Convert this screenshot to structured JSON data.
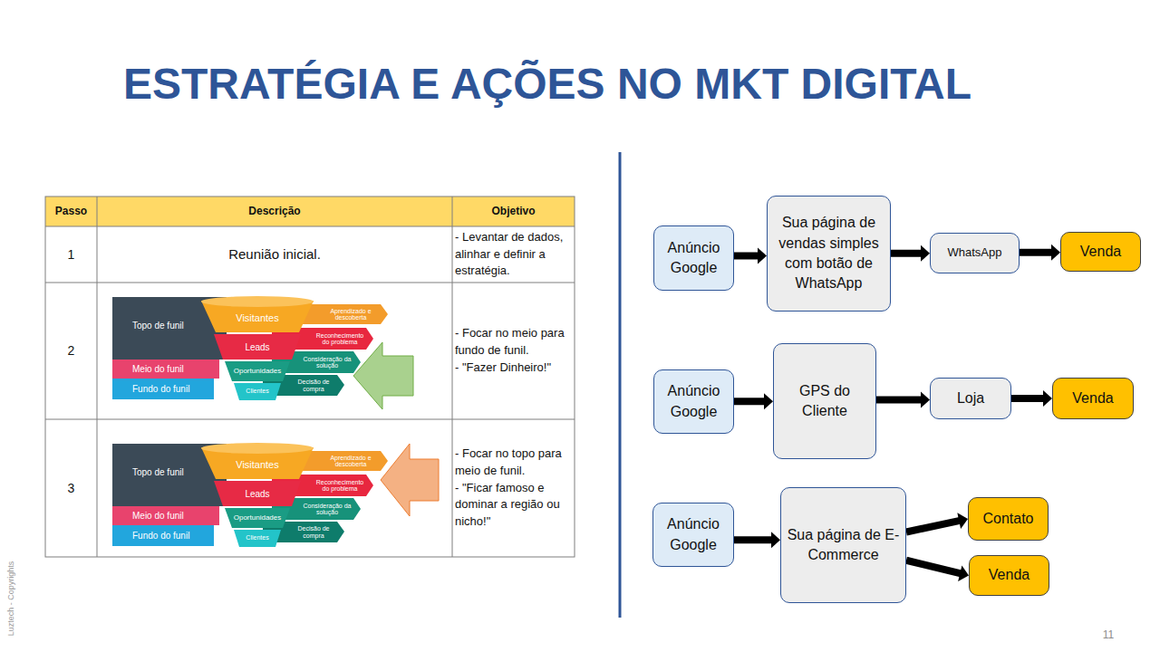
{
  "diagram": {
    "title": "ESTRATÉGIA E AÇÕES NO MKT DIGITAL",
    "nodes": [
      {
        "text": [
          "Anúncio Google"
        ]
      },
      {
        "text": [
          "Sua página de vendas simples com botão de WhatsApp"
        ]
      },
      {
        "text": [
          "WhatsApp"
        ]
      },
      {
        "text": [
          "Venda"
        ]
      },
      {
        "text": [
          "Anúncio Google"
        ]
      },
      {
        "text": [
          "GPS do Cliente"
        ]
      },
      {
        "text": [
          "Loja"
        ]
      },
      {
        "text": [
          "Venda"
        ]
      },
      {
        "text": [
          "Anúncio Google"
        ]
      },
      {
        "text": [
          "Sua página de E-Commerce"
        ]
      },
      {
        "text": [
          "Contato"
        ]
      },
      {
        "text": [
          "Venda"
        ]
      }
    ],
    "edges": [
      {
        "from": 0,
        "to": 1,
        "arrow": "to"
      },
      {
        "from": 1,
        "to": 2,
        "arrow": "to"
      },
      {
        "from": 2,
        "to": 3,
        "arrow": "to"
      },
      {
        "from": 4,
        "to": 5,
        "arrow": "to"
      },
      {
        "from": 5,
        "to": 6,
        "arrow": "to"
      },
      {
        "from": 6,
        "to": 7,
        "arrow": "to"
      },
      {
        "from": 8,
        "to": 9,
        "arrow": "to"
      },
      {
        "from": 9,
        "to": 10,
        "arrow": "to"
      },
      {
        "from": 9,
        "to": 11,
        "arrow": "to"
      }
    ],
    "labels": [
      "Passo",
      "Descrição",
      "Objetivo",
      "1",
      "Reunião inicial.",
      "- Levantar de dados, alinhar e definir a estratégia.",
      "2",
      "Topo de funil",
      "Meio do funil",
      "Fundo do funil",
      "Visitantes",
      "Leads",
      "Oportunidades",
      "Clientes",
      "Aprendizado e descoberta",
      "Reconhecimento do problema",
      "Consideração da solução",
      "Decisão de compra",
      "- Focar no meio para fundo de funil.",
      "- \"Fazer Dinheiro!\"",
      "3",
      "Topo de funil",
      "Meio do funil",
      "Fundo do funil",
      "Visitantes",
      "Leads",
      "Oportunidades",
      "Clientes",
      "Aprendizado e descoberta",
      "Reconhecimento do problema",
      "Consideração da solução",
      "Decisão de compra",
      "- Focar no topo para meio de funil.",
      "- \"Ficar famoso e dominar a região ou nicho!\"",
      "Luztech - Copyrights",
      "11"
    ]
  }
}
